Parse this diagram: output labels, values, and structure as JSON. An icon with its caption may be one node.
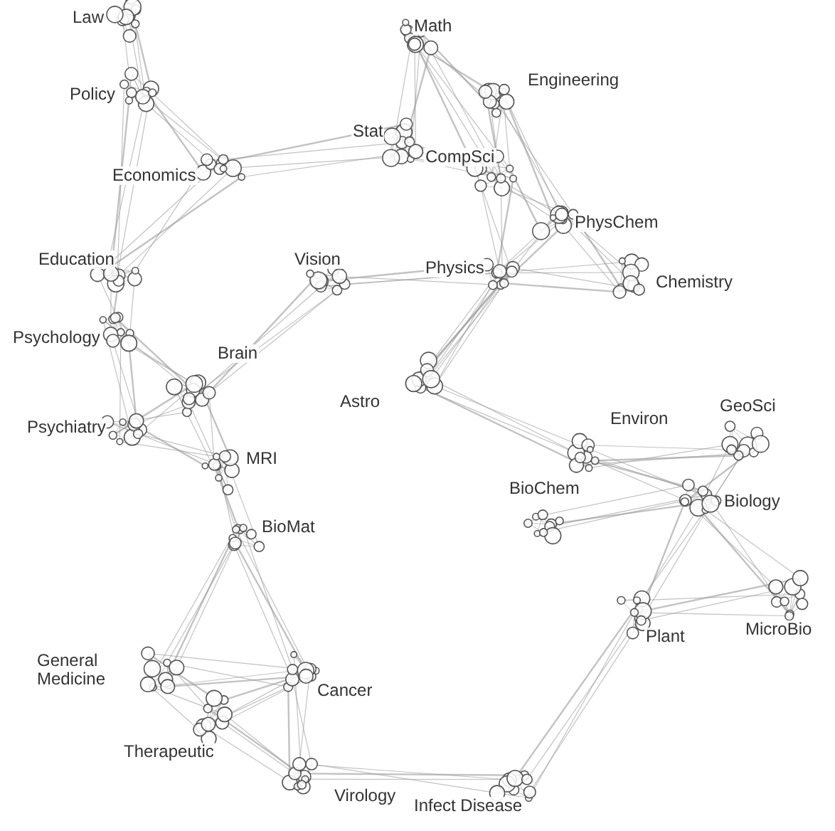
{
  "diagram": {
    "labels": [
      "Law",
      "Math",
      "Policy",
      "Engineering",
      "Stat",
      "CompSci",
      "Economics",
      "PhysChem",
      "Education",
      "Vision",
      "Physics",
      "Chemistry",
      "Psychology",
      "Brain",
      "Astro",
      "Psychiatry",
      "Environ",
      "GeoSci",
      "MRI",
      "BioChem",
      "Biology",
      "BioMat",
      "Plant",
      "MicroBio",
      "General Medicine",
      "Cancer",
      "Therapeutic",
      "Virology",
      "Infect Disease"
    ]
  }
}
